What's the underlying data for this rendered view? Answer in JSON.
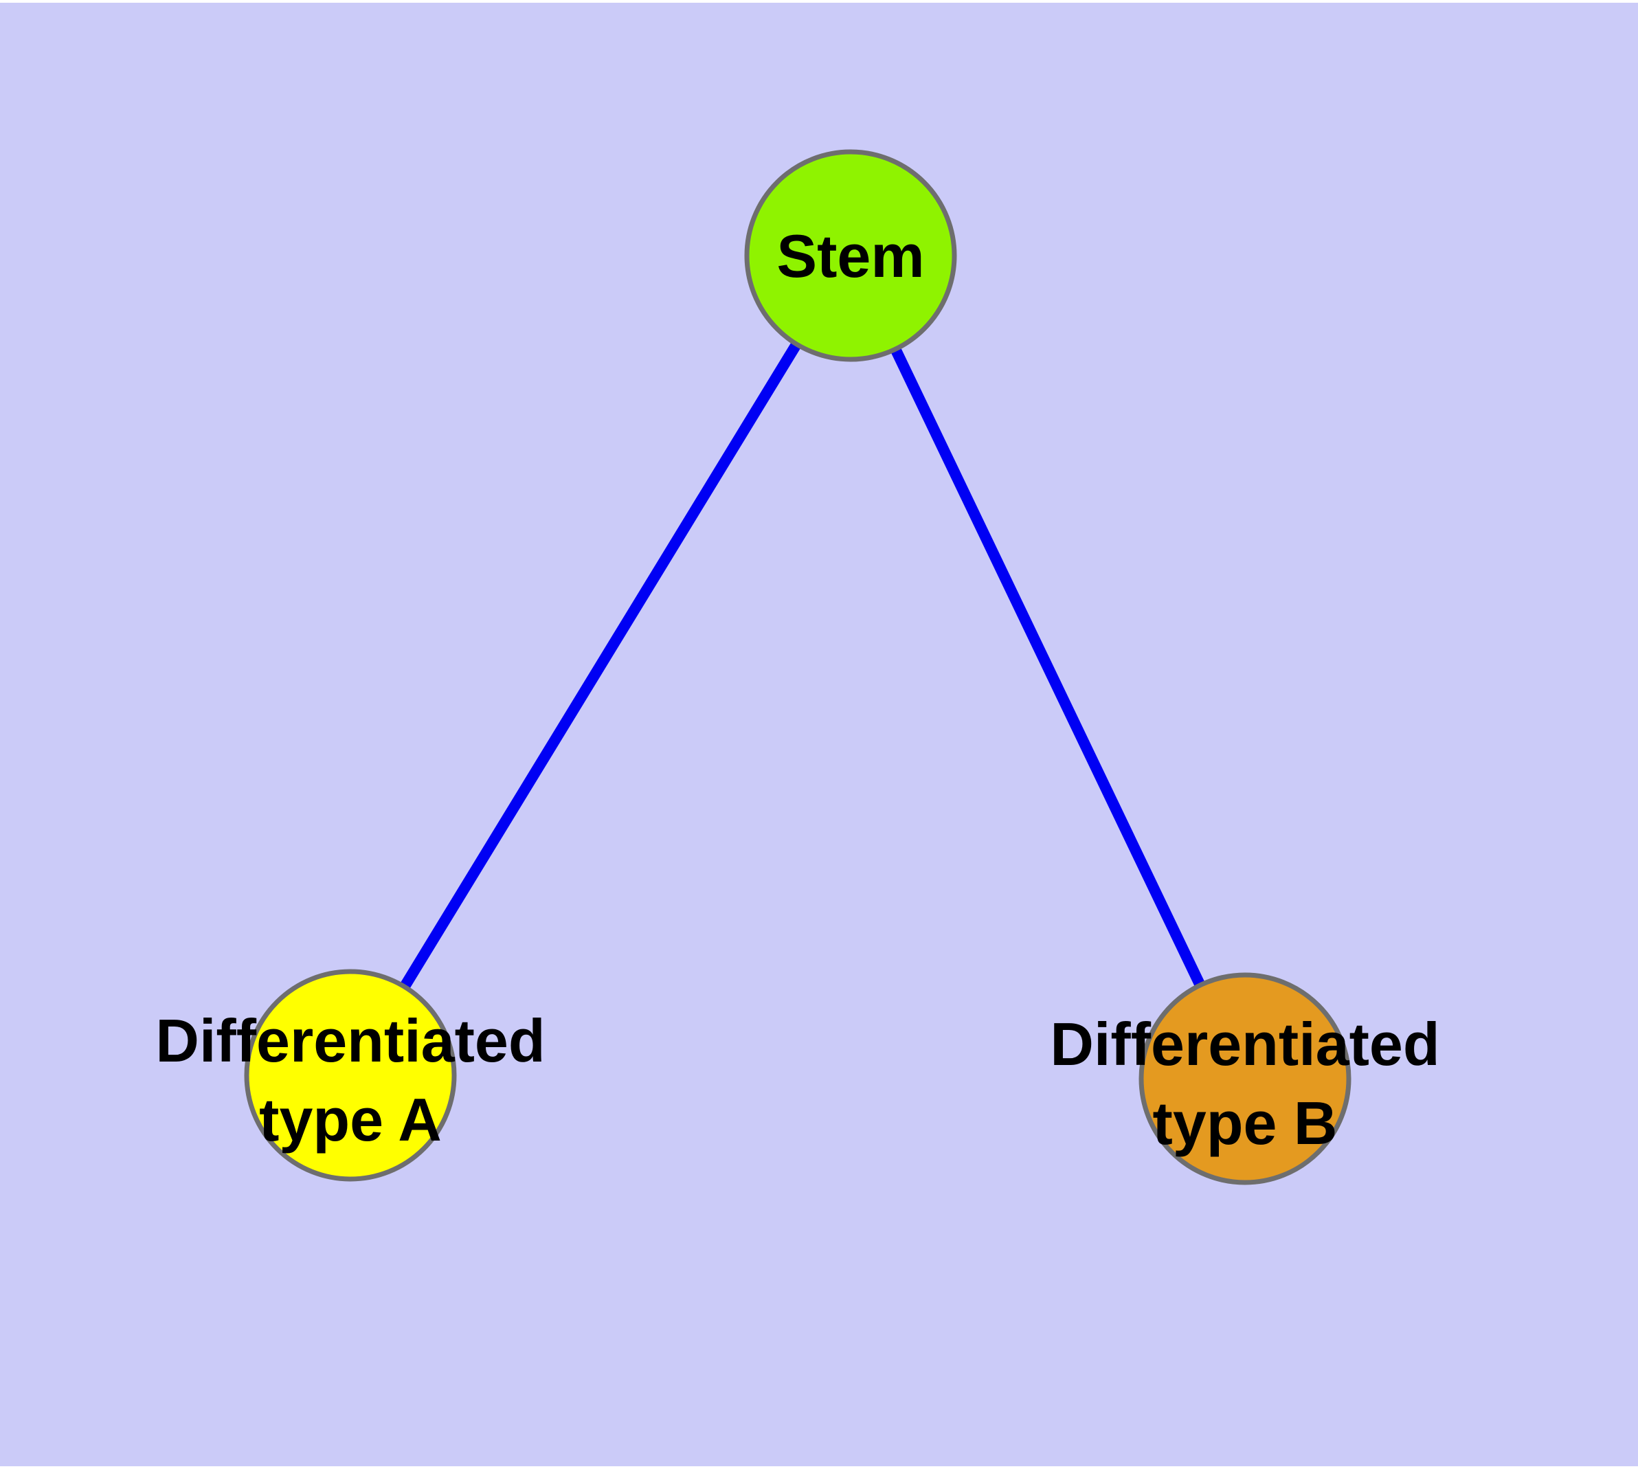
{
  "diagram": {
    "type": "graph",
    "background_color": "#CBCBF8",
    "frame_color": "#FFFFFF",
    "edge_color": "#0000F4",
    "node_border_color": "#6E6E6E",
    "label_color": "#000000",
    "nodes": [
      {
        "id": "stem",
        "label_lines": [
          "Stem"
        ],
        "color": "#8FF300"
      },
      {
        "id": "type-a",
        "label_lines": [
          "Differentiated",
          "type A"
        ],
        "color": "#FFFF00"
      },
      {
        "id": "type-b",
        "label_lines": [
          "Differentiated",
          "type B"
        ],
        "color": "#E49A20"
      }
    ],
    "edges": [
      {
        "from": "stem",
        "to": "type-a"
      },
      {
        "from": "stem",
        "to": "type-b"
      }
    ]
  }
}
